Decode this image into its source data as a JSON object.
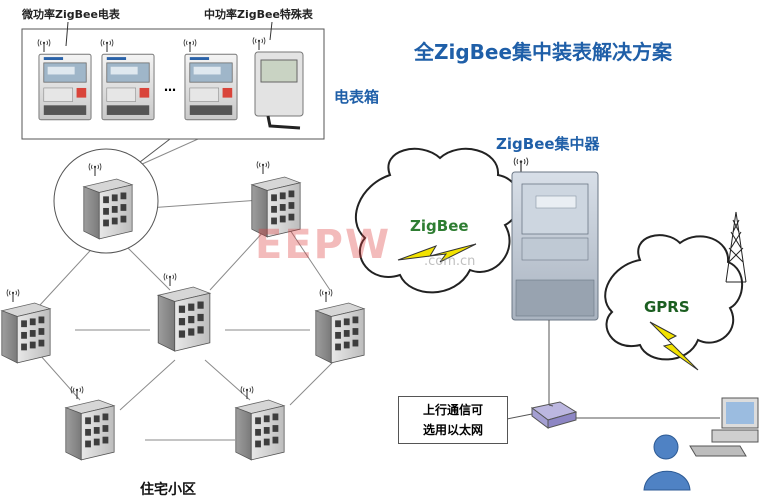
{
  "title": "全ZigBee集中装表解决方案",
  "meters": {
    "micro_label": "微功率ZigBee电表",
    "mid_label": "中功率ZigBee特殊表",
    "ellipsis": "…"
  },
  "meter_box_label": "电表箱",
  "concentrator_label": "ZigBee集中器",
  "cloud_zigbee": "ZigBee",
  "cloud_gprs": "GPRS",
  "note": [
    "上行通信可",
    "选用以太网"
  ],
  "residential_label": "住宅小区",
  "watermark": {
    "main": "EEPW",
    "sub": ".com.cn"
  },
  "colors": {
    "accent": "#1f5fa8",
    "zigbee_text": "#2e7d32",
    "gprs_text": "#1b5e20",
    "bolt": "#f2e200"
  }
}
